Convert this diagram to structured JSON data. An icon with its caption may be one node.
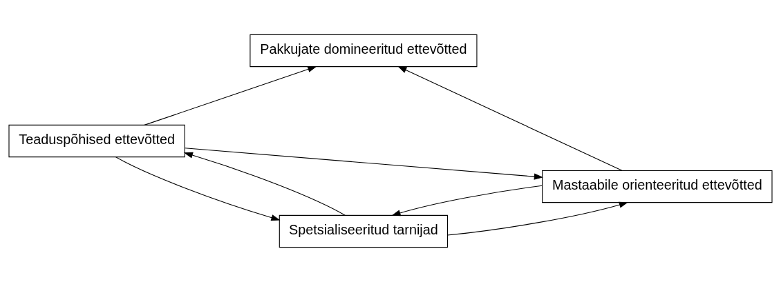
{
  "diagram": {
    "nodes": [
      {
        "text": [
          "Pakkujate domineeritud ettevõtted"
        ]
      },
      {
        "text": [
          "Teaduspõhised ettevõtted"
        ]
      },
      {
        "text": [
          "Mastaabile orienteeritud ettevõtted"
        ]
      },
      {
        "text": [
          "Spetsialiseeritud tarnijad"
        ]
      }
    ],
    "edges": [
      {
        "from": 1,
        "to": 0,
        "arrow": "to"
      },
      {
        "from": 2,
        "to": 0,
        "arrow": "to"
      },
      {
        "from": 1,
        "to": 2,
        "arrow": "to"
      },
      {
        "from": 1,
        "to": 3,
        "arrow": "to"
      },
      {
        "from": 3,
        "to": 1,
        "arrow": "to"
      },
      {
        "from": 2,
        "to": 3,
        "arrow": "to"
      },
      {
        "from": 3,
        "to": 2,
        "arrow": "to"
      }
    ]
  }
}
